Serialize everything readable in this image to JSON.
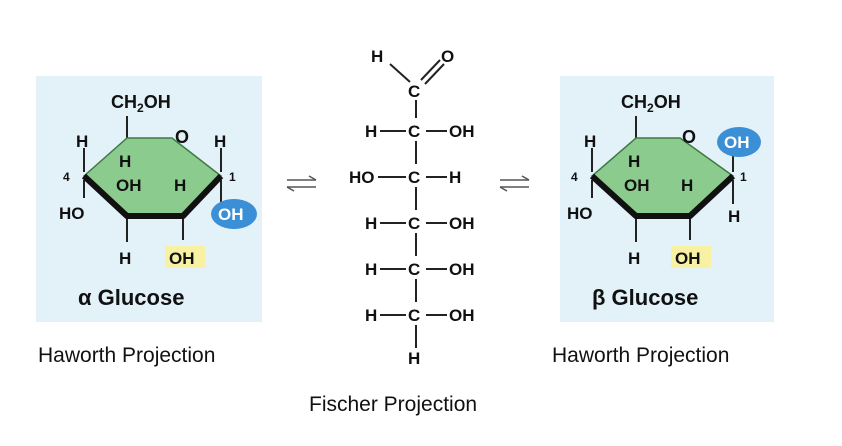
{
  "alpha": {
    "ch2oh": "CH₂OH",
    "ring_o": "O",
    "h_left": "H",
    "h_right": "H",
    "h_inner": "H",
    "oh_inner": "OH",
    "h_inner2": "H",
    "num4": "4",
    "num1": "1",
    "ho": "HO",
    "oh_anomeric": "OH",
    "h_bottom": "H",
    "oh_bottom": "OH",
    "name": "α Glucose",
    "caption": "Haworth Projection"
  },
  "fischer": {
    "top_h": "H",
    "top_o": "O",
    "top_c": "C",
    "rows": [
      {
        "left": "H",
        "c": "C",
        "right": "OH"
      },
      {
        "left": "HO",
        "c": "C",
        "right": "H"
      },
      {
        "left": "H",
        "c": "C",
        "right": "OH"
      },
      {
        "left": "H",
        "c": "C",
        "right": "OH"
      },
      {
        "left": "H",
        "c": "C",
        "right": "OH"
      }
    ],
    "bottom_h": "H",
    "caption": "Fischer Projection"
  },
  "beta": {
    "ch2oh": "CH₂OH",
    "ring_o": "O",
    "h_left": "H",
    "oh_anomeric": "OH",
    "h_inner": "H",
    "oh_inner": "OH",
    "h_inner2": "H",
    "num4": "4",
    "num1": "1",
    "ho": "HO",
    "h_right_low": "H",
    "h_bottom": "H",
    "oh_bottom": "OH",
    "name": "β Glucose",
    "caption": "Haworth Projection"
  },
  "colors": {
    "panel_bg": "#e3f1f9",
    "ring_fill": "#8ccb8e",
    "ring_stroke": "#3f7a45",
    "blue_oval": "#3b8fd6",
    "yellow_box": "#f8f1a4"
  }
}
